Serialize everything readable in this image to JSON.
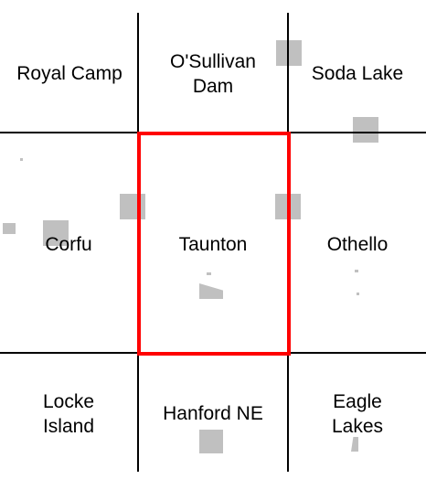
{
  "map": {
    "selected_cell": "Taunton",
    "cells": {
      "royal_camp": {
        "lines": [
          "Royal Camp"
        ]
      },
      "osullivan_dam": {
        "lines": [
          "O'Sullivan",
          "Dam"
        ]
      },
      "soda_lake": {
        "lines": [
          "Soda Lake"
        ]
      },
      "corfu": {
        "lines": [
          "Corfu"
        ]
      },
      "taunton": {
        "lines": [
          "Taunton"
        ]
      },
      "othello": {
        "lines": [
          "Othello"
        ]
      },
      "locke_island": {
        "lines": [
          "Locke",
          "Island"
        ]
      },
      "hanford_ne": {
        "lines": [
          "Hanford NE"
        ]
      },
      "eagle_lakes": {
        "lines": [
          "Eagle",
          "Lakes"
        ]
      }
    },
    "colors": {
      "grid_line": "#000000",
      "selection_border": "#ff0000",
      "feature_fill": "#c0c0c0",
      "background": "#ffffff"
    }
  }
}
